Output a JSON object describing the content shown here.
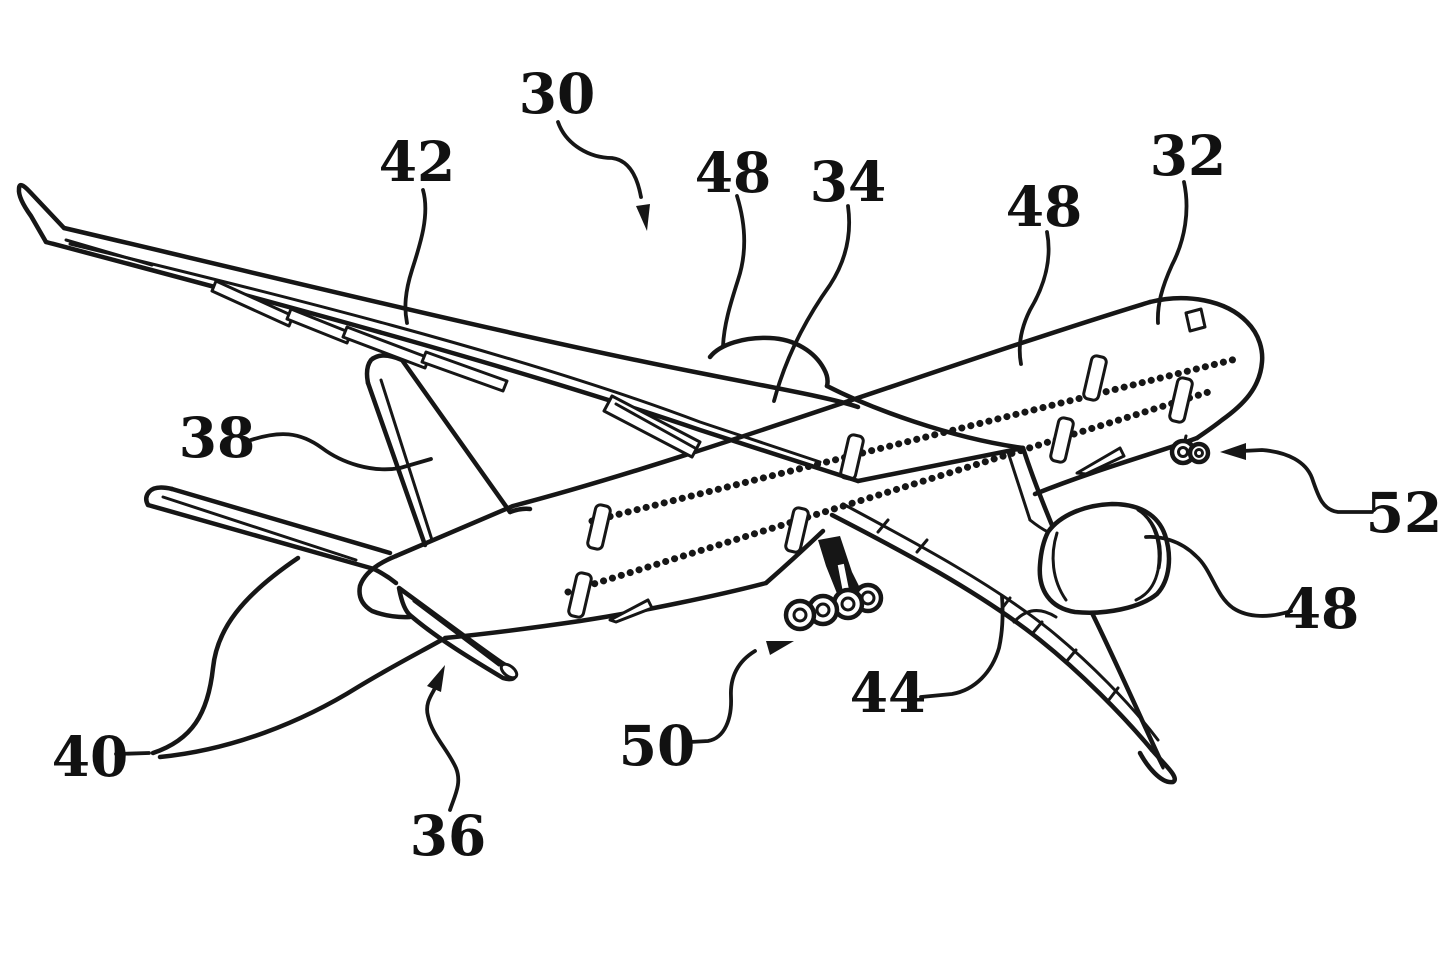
{
  "figure": {
    "background": "#ffffff",
    "ink": "#161616",
    "kind": "patent line drawing of an airplane, perspective view"
  },
  "labels": [
    {
      "id": "30",
      "text": "30"
    },
    {
      "id": "42",
      "text": "42"
    },
    {
      "id": "48a",
      "text": "48"
    },
    {
      "id": "34",
      "text": "34"
    },
    {
      "id": "48b",
      "text": "48"
    },
    {
      "id": "32",
      "text": "32"
    },
    {
      "id": "38",
      "text": "38"
    },
    {
      "id": "40",
      "text": "40"
    },
    {
      "id": "36",
      "text": "36"
    },
    {
      "id": "50",
      "text": "50"
    },
    {
      "id": "44",
      "text": "44"
    },
    {
      "id": "48c",
      "text": "48"
    },
    {
      "id": "52",
      "text": "52"
    }
  ]
}
